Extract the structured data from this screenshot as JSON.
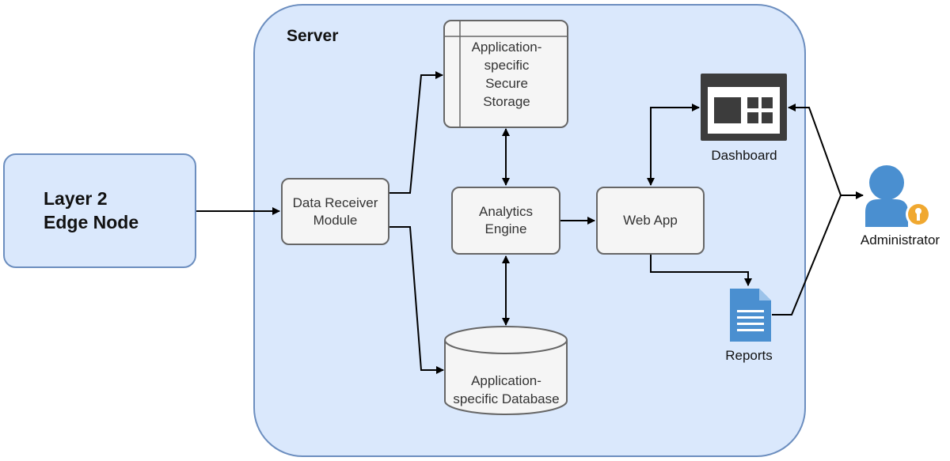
{
  "server": {
    "label": "Server"
  },
  "edge_node": {
    "line1": "Layer 2",
    "line2": "Edge Node"
  },
  "data_receiver": {
    "line1": "Data Receiver",
    "line2": "Module"
  },
  "secure_storage": {
    "line1": "Application-",
    "line2": "specific",
    "line3": "Secure",
    "line4": "Storage"
  },
  "analytics_engine": {
    "line1": "Analytics",
    "line2": "Engine"
  },
  "database": {
    "line1": "Application-",
    "line2": "specific Database"
  },
  "web_app": {
    "label": "Web App"
  },
  "dashboard": {
    "label": "Dashboard",
    "icon": "dashboard-icon"
  },
  "reports": {
    "label": "Reports",
    "icon": "document-icon"
  },
  "administrator": {
    "label": "Administrator",
    "icon": "admin-user-key-icon"
  },
  "colors": {
    "container_fill": "#dae8fc",
    "container_stroke": "#6c8ebf",
    "process_fill": "#f5f5f5",
    "process_stroke": "#666666",
    "icon_blue": "#4a8fd0",
    "icon_dark": "#3c3c3c",
    "key_orange": "#f0a830"
  }
}
